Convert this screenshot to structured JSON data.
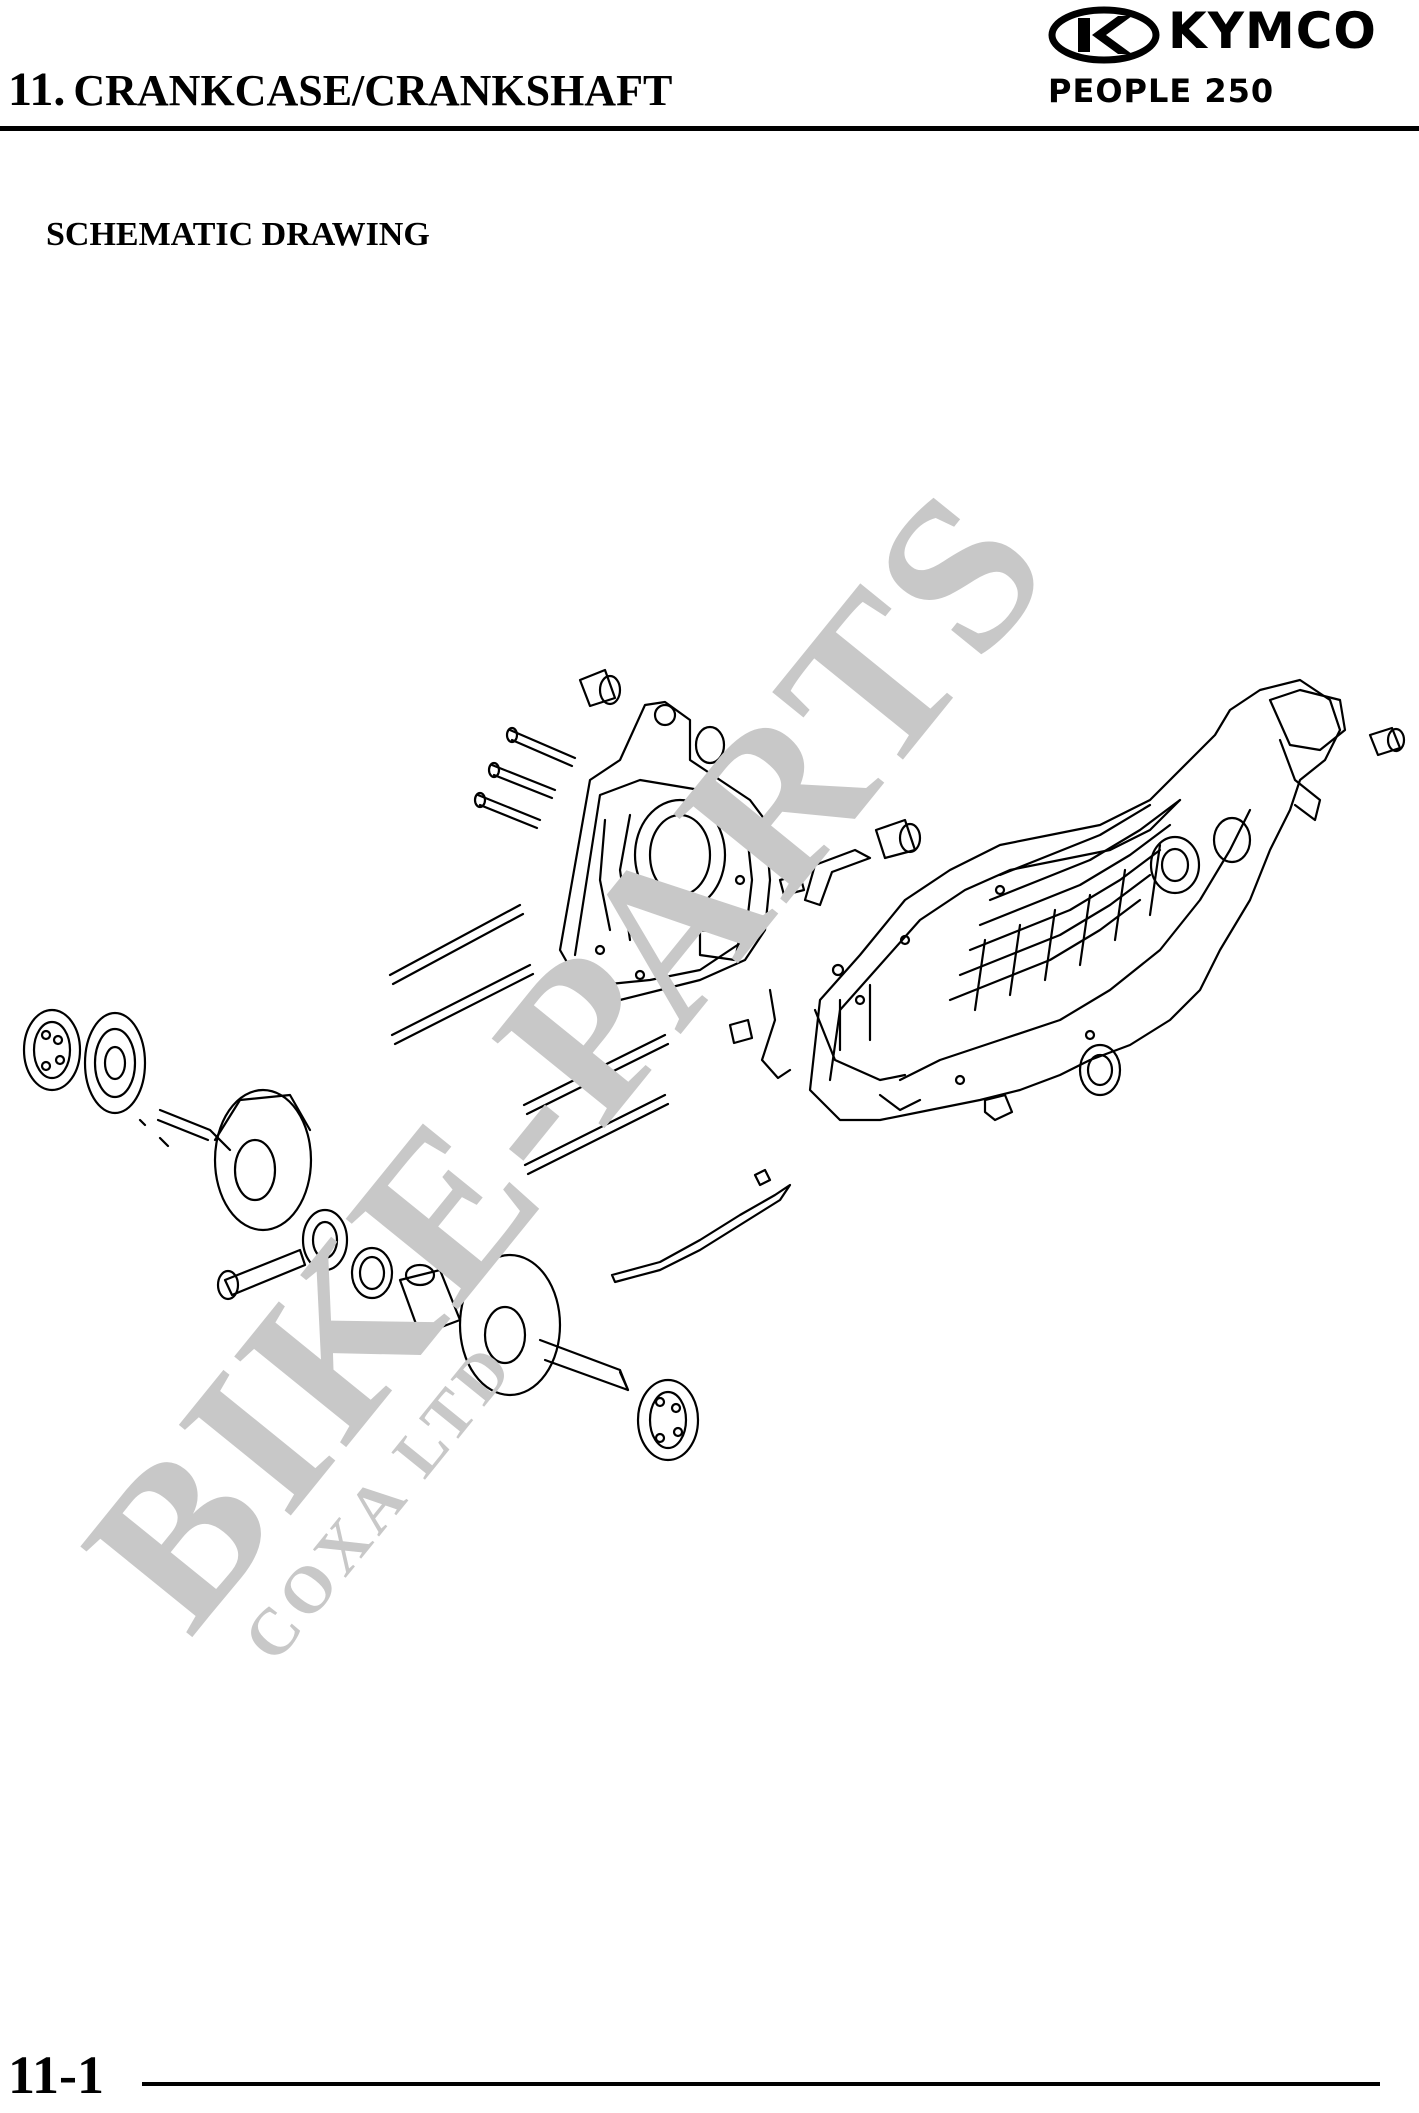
{
  "header": {
    "chapter_number": "11.",
    "chapter_title": "CRANKCASE/CRANKSHAFT",
    "brand": "KYMCO",
    "model": "PEOPLE 250"
  },
  "section": {
    "heading": "SCHEMATIC DRAWING"
  },
  "watermark": {
    "text": "BIKE-PARTS",
    "subtext": "COXA LTD",
    "color": "#c8c8c8"
  },
  "footer": {
    "page_number": "11-1"
  }
}
